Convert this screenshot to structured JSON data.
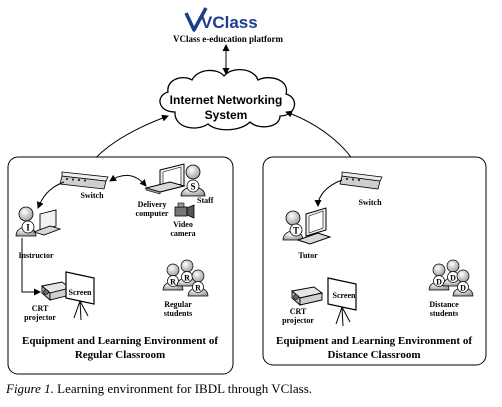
{
  "platform": {
    "logo_text": "VClass",
    "label": "VClass e-education platform"
  },
  "cloud": {
    "line1": "Internet Networking",
    "line2": "System"
  },
  "regular": {
    "switch": "Switch",
    "delivery_line1": "Delivery",
    "delivery_line2": "computer",
    "staff": "Staff",
    "staff_badge": "S",
    "video_line1": "Video",
    "video_line2": "camera",
    "instructor": "Instructor",
    "instructor_badge": "I",
    "crt_line1": "CRT",
    "crt_line2": "projector",
    "screen": "Screen",
    "students_line1": "Regular",
    "students_line2": "students",
    "students_badge": "R",
    "title_line1": "Equipment and Learning Environment of",
    "title_line2": "Regular Classroom"
  },
  "distance": {
    "switch": "Switch",
    "tutor": "Tutor",
    "tutor_badge": "T",
    "crt_line1": "CRT",
    "crt_line2": "projector",
    "screen": "Screen",
    "students_line1": "Distance",
    "students_line2": "students",
    "students_badge": "D",
    "title_line1": "Equipment and Learning Environment of",
    "title_line2": "Distance Classroom"
  },
  "caption": {
    "figure": "Figure 1.",
    "text": "Learning environment for IBDL through VClass."
  }
}
